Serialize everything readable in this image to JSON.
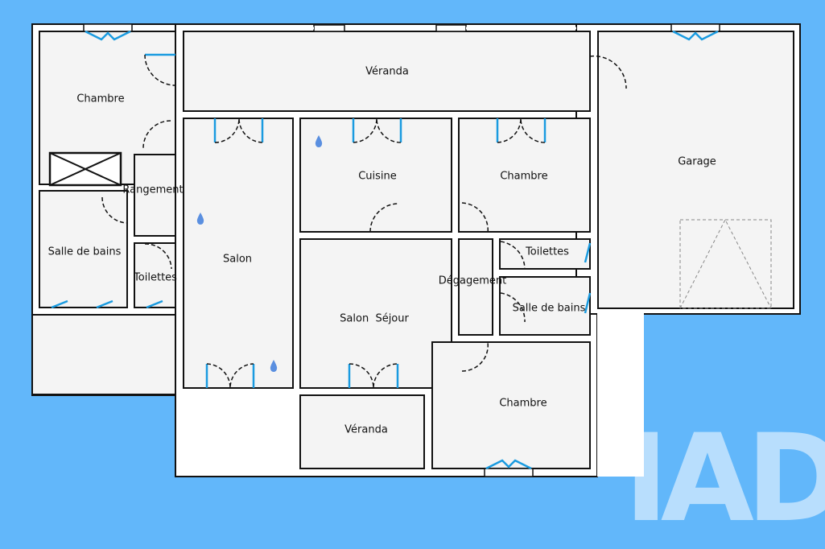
{
  "plan": {
    "rooms": {
      "chambre_nw": "Chambre",
      "veranda_north": "Véranda",
      "garage": "Garage",
      "rangement": "Rangement",
      "salle_de_bains_west": "Salle de bains",
      "toilettes_west": "Toilettes",
      "salon": "Salon",
      "cuisine": "Cuisine",
      "chambre_center": "Chambre",
      "salon_sejour": "Salon  Séjour",
      "degagement": "Dégagement",
      "toilettes_east": "Toilettes",
      "salle_de_bains_east": "Salle de bains",
      "chambre_south": "Chambre",
      "veranda_south": "Véranda"
    },
    "icons": [
      "water-drop-icon",
      "door-icon",
      "window-icon",
      "stair-void-icon"
    ],
    "colors": {
      "background": "#62b7fa",
      "room_fill": "#f4f4f4",
      "opening": "#1a9be0"
    }
  },
  "logo": {
    "text": "IAD"
  }
}
